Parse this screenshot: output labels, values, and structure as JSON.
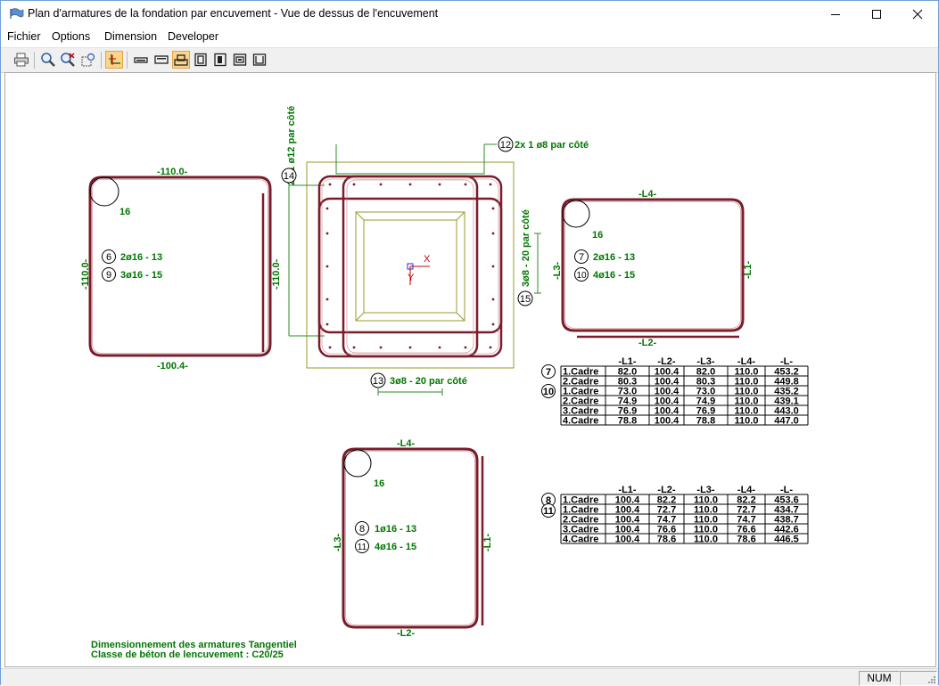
{
  "window": {
    "title": "Plan d'armatures de la fondation par encuvement  - Vue de dessus de l'encuvement"
  },
  "menu": [
    "Fichier",
    "Options",
    "Dimension",
    "Developer"
  ],
  "toolbar": {
    "icons": [
      "print-icon",
      "zoom-in-icon",
      "zoom-reset-icon",
      "zoom-window-icon",
      "axis-cursor-icon",
      "view-section-1-icon",
      "view-section-2-icon",
      "view-section-3-icon",
      "view-section-4-icon",
      "view-section-5-icon",
      "view-section-6-icon",
      "view-section-7-icon"
    ]
  },
  "drawing": {
    "left_stirrup": {
      "top": "-110.0-",
      "bottom": "-100.4-",
      "left": "-110.0-",
      "right": "-110.0-",
      "diameter": "16",
      "marks": [
        {
          "num": "6",
          "text": "2ø16 - 13"
        },
        {
          "num": "9",
          "text": "3ø16 - 15"
        }
      ]
    },
    "center": {
      "vertical_label": "2x 1 ø12 par côté",
      "mark14": "14",
      "mark12": "12",
      "label12": "2x 1 ø8 par côté",
      "mark13": "13",
      "label13": "3ø8 - 20 par côté",
      "mark15": "15",
      "label15": "3ø8 - 20 par côté",
      "axis_x": "X",
      "axis_y": "Y"
    },
    "right_stirrup": {
      "top": "-L4-",
      "bottom": "-L2-",
      "left": "-L3-",
      "right": "-L1-",
      "diameter": "16",
      "marks": [
        {
          "num": "7",
          "text": "2ø16 - 13"
        },
        {
          "num": "10",
          "text": "4ø16 - 15"
        }
      ]
    },
    "bottom_stirrup": {
      "top": "-L4-",
      "bottom": "-L2-",
      "left": "-L3-",
      "right": "-L1-",
      "diameter": "16",
      "marks": [
        {
          "num": "8",
          "text": "1ø16 - 13"
        },
        {
          "num": "11",
          "text": "4ø16 - 15"
        }
      ]
    },
    "table1": {
      "marks": [
        "7",
        "10"
      ],
      "headers": [
        "",
        "-L1-",
        "-L2-",
        "-L3-",
        "-L4-",
        "-L-"
      ],
      "rows": [
        [
          "1.Cadre",
          "82.0",
          "100.4",
          "82.0",
          "110.0",
          "453.2"
        ],
        [
          "2.Cadre",
          "80.3",
          "100.4",
          "80.3",
          "110.0",
          "449.8"
        ],
        [
          "1.Cadre",
          "73.0",
          "100.4",
          "73.0",
          "110.0",
          "435.2"
        ],
        [
          "2.Cadre",
          "74.9",
          "100.4",
          "74.9",
          "110.0",
          "439.1"
        ],
        [
          "3.Cadre",
          "76.9",
          "100.4",
          "76.9",
          "110.0",
          "443.0"
        ],
        [
          "4.Cadre",
          "78.8",
          "100.4",
          "78.8",
          "110.0",
          "447.0"
        ]
      ]
    },
    "table2": {
      "marks": [
        "8",
        "11"
      ],
      "headers": [
        "",
        "-L1-",
        "-L2-",
        "-L3-",
        "-L4-",
        "-L-"
      ],
      "rows": [
        [
          "1.Cadre",
          "100.4",
          "82.2",
          "110.0",
          "82.2",
          "453.6"
        ],
        [
          "1.Cadre",
          "100.4",
          "72.7",
          "110.0",
          "72.7",
          "434.7"
        ],
        [
          "2.Cadre",
          "100.4",
          "74.7",
          "110.0",
          "74.7",
          "438.7"
        ],
        [
          "3.Cadre",
          "100.4",
          "76.6",
          "110.0",
          "76.6",
          "442.6"
        ],
        [
          "4.Cadre",
          "100.4",
          "78.6",
          "110.0",
          "78.6",
          "446.5"
        ]
      ]
    },
    "footer": {
      "line1": "Dimensionnement  des  armatures  Tangentiel",
      "line2": "Classe de béton de lencuvement : C20/25"
    }
  },
  "status": {
    "num": "NUM"
  },
  "colors": {
    "rebar": "#7a1c2a",
    "label": "#007700",
    "outline": "#8a8a1a"
  }
}
